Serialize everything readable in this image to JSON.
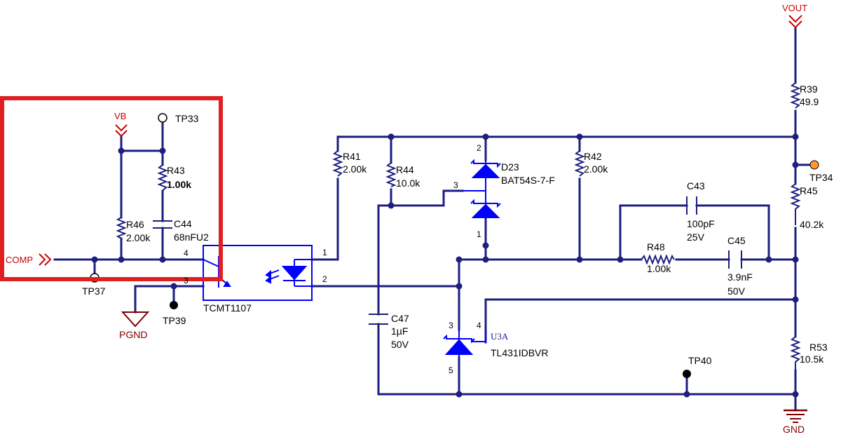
{
  "colors": {
    "wire": "#1e1e80",
    "part": "#0000ff",
    "highlight": "#e02020",
    "power_red": "#cc0000",
    "ground_dred": "#800000",
    "tp_orange": "#ff9933"
  },
  "nets": {
    "vout": "VOUT",
    "vb": "VB",
    "comp": "COMP",
    "pgnd": "PGND",
    "gnd": "GND"
  },
  "testpoints": {
    "tp33": "TP33",
    "tp34": "TP34",
    "tp37": "TP37",
    "tp39": "TP39",
    "tp40": "TP40"
  },
  "parts": {
    "r39": {
      "ref": "R39",
      "value": "49.9"
    },
    "r41": {
      "ref": "R41",
      "value": "2.00k"
    },
    "r42": {
      "ref": "R42",
      "value": "2.00k"
    },
    "r43": {
      "ref": "R43",
      "value": "1.00k"
    },
    "r44": {
      "ref": "R44",
      "value": "10.0k"
    },
    "r45": {
      "ref": "R45",
      "value": "40.2k"
    },
    "r46": {
      "ref": "R46",
      "value": "2.00k"
    },
    "r48": {
      "ref": "R48",
      "value": "1.00k"
    },
    "r53": {
      "ref": "R53",
      "value": "10.5k"
    },
    "c43": {
      "ref": "C43",
      "value": "100pF",
      "voltage": "25V"
    },
    "c44": {
      "ref": "C44",
      "value": "68nFU2"
    },
    "c45": {
      "ref": "C45",
      "value": "3.9nF",
      "voltage": "50V"
    },
    "c47": {
      "ref": "C47",
      "value": "1µF",
      "voltage": "50V"
    },
    "d23": {
      "ref": "D23",
      "value": "BAT54S-7-F"
    },
    "u3a": {
      "ref": "U3A",
      "value": "TL431IDBVR"
    },
    "opto": {
      "value": "TCMT1107"
    }
  },
  "pins": {
    "opto_1": "1",
    "opto_2": "2",
    "opto_3": "3",
    "opto_4": "4",
    "d23_1": "1",
    "d23_2": "2",
    "d23_3": "3",
    "u3_3": "3",
    "u3_4": "4",
    "u3_5": "5"
  }
}
